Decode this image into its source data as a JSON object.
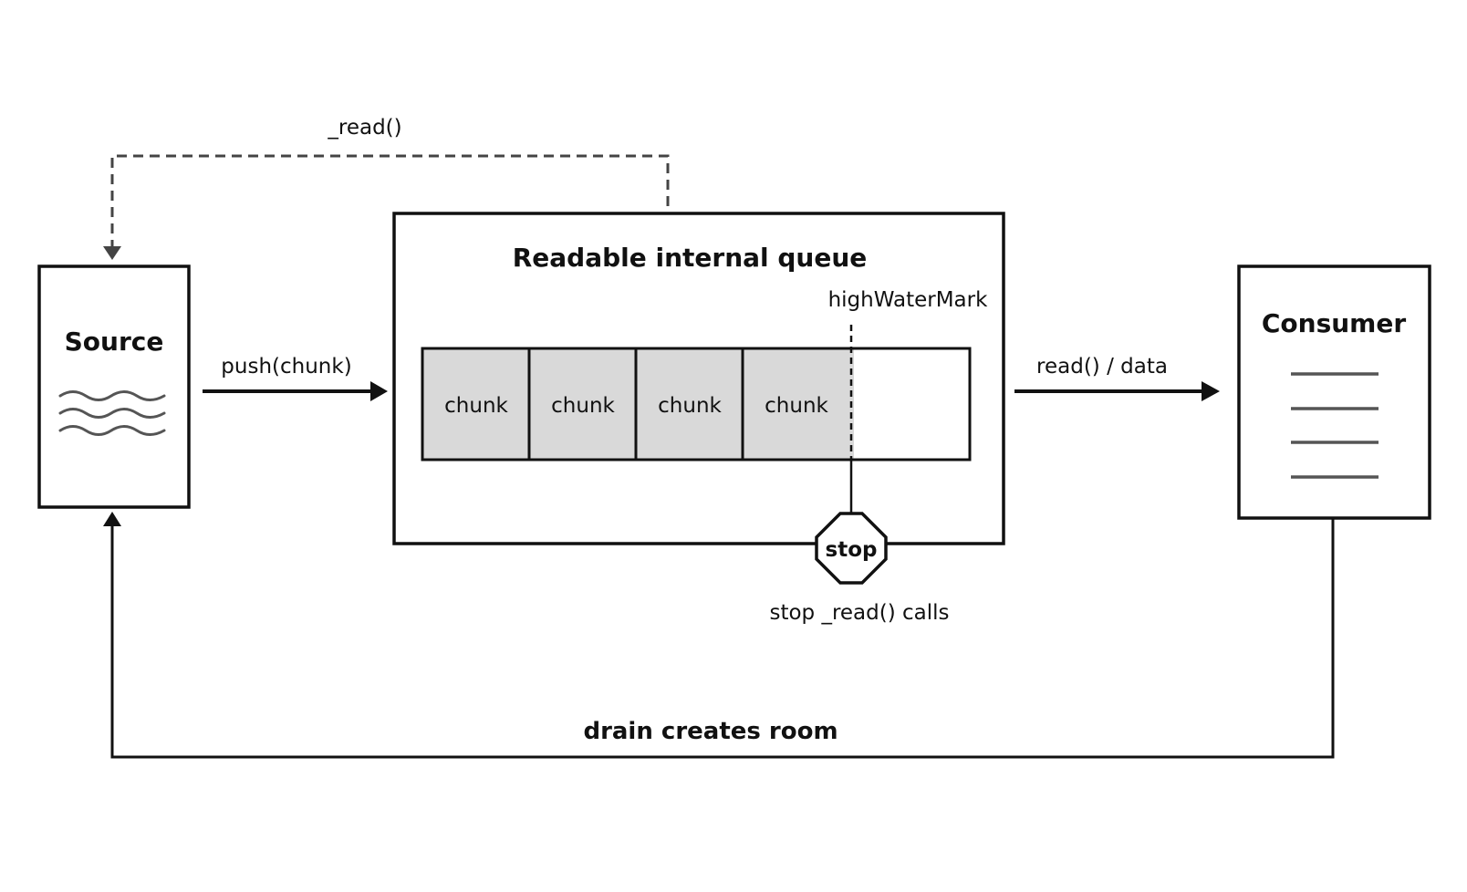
{
  "diagram": {
    "read_call_label": "_read()",
    "source": {
      "title": "Source",
      "icon": "waves-icon"
    },
    "push_label": "push(chunk)",
    "queue": {
      "title": "Readable internal queue",
      "high_water_mark_label": "highWaterMark",
      "chunks": [
        "chunk",
        "chunk",
        "chunk",
        "chunk"
      ]
    },
    "read_data_label": "read() / data",
    "consumer": {
      "title": "Consumer",
      "icon": "lines-icon"
    },
    "stop": {
      "sign_text": "stop",
      "caption": "stop _read() calls"
    },
    "drain_label": "drain creates room"
  },
  "colors": {
    "stroke": "#111111",
    "dashed": "#444444",
    "chunk_fill": "#d9d9d9",
    "icon": "#555555",
    "background": "#ffffff"
  }
}
